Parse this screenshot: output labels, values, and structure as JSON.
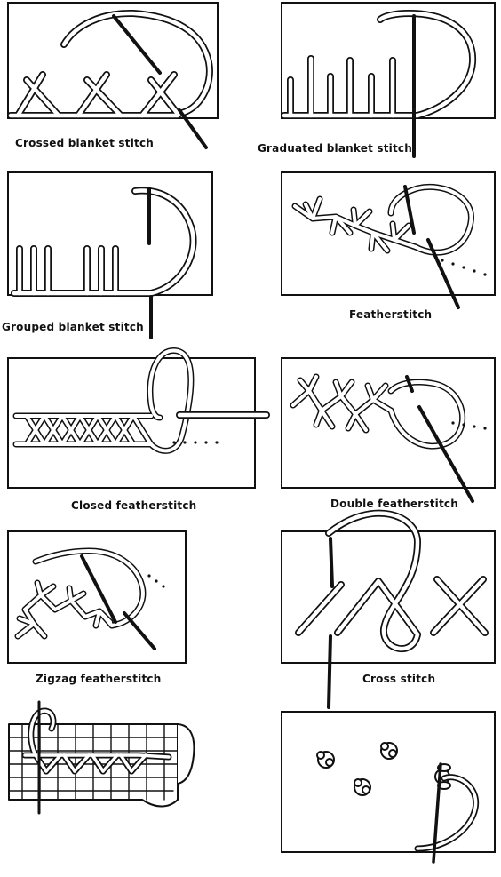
{
  "captions": {
    "crossed_blanket": "Crossed blanket stitch",
    "graduated_blanket": "Graduated blanket stitch",
    "grouped_blanket": "Grouped blanket stitch",
    "featherstitch": "Featherstitch",
    "closed_featherstitch": "Closed featherstitch",
    "double_featherstitch": "Double featherstitch",
    "zigzag_featherstitch": "Zigzag featherstitch",
    "cross_stitch": "Cross stitch"
  }
}
